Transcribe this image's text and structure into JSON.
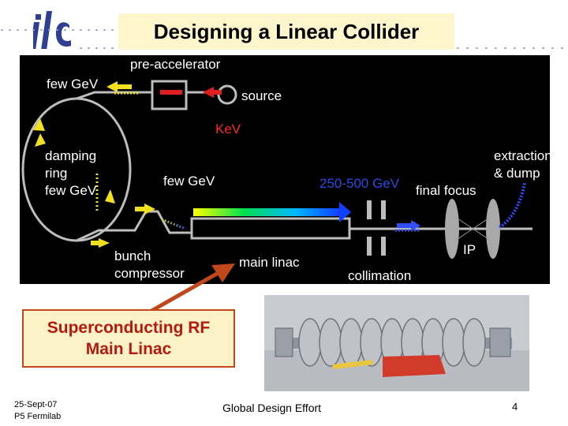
{
  "logo_text": "ilc",
  "title": "Designing a Linear Collider",
  "diagram": {
    "labels": {
      "few_gev_top": "few GeV",
      "pre_accelerator": "pre-accelerator",
      "source": "source",
      "kev": "KeV",
      "damping_ring_1": "damping",
      "damping_ring_2": "ring",
      "few_gev_ring": "few GeV",
      "few_gev_mid": "few GeV",
      "energy": "250-500 GeV",
      "final_focus": "final focus",
      "extraction_1": "extraction",
      "extraction_2": "& dump",
      "bunch_1": "bunch",
      "bunch_2": "compressor",
      "main_linac": "main linac",
      "collimation": "collimation",
      "ip": "IP"
    },
    "colors": {
      "background": "#000000",
      "beam_pipe": "#bdbdbd",
      "arrow_yellow": "#f0e020",
      "arrow_red": "#e02020",
      "kev_red": "#ff2a1a",
      "energy_blue": "#2a4ae0",
      "beam_blue": "#3050ff"
    }
  },
  "callout": {
    "line1": "Superconducting  RF",
    "line2": "Main Linac"
  },
  "footer": {
    "date": "25-Sept-07",
    "venue": "P5 Fermilab",
    "center": "Global Design Effort",
    "page": "4"
  }
}
